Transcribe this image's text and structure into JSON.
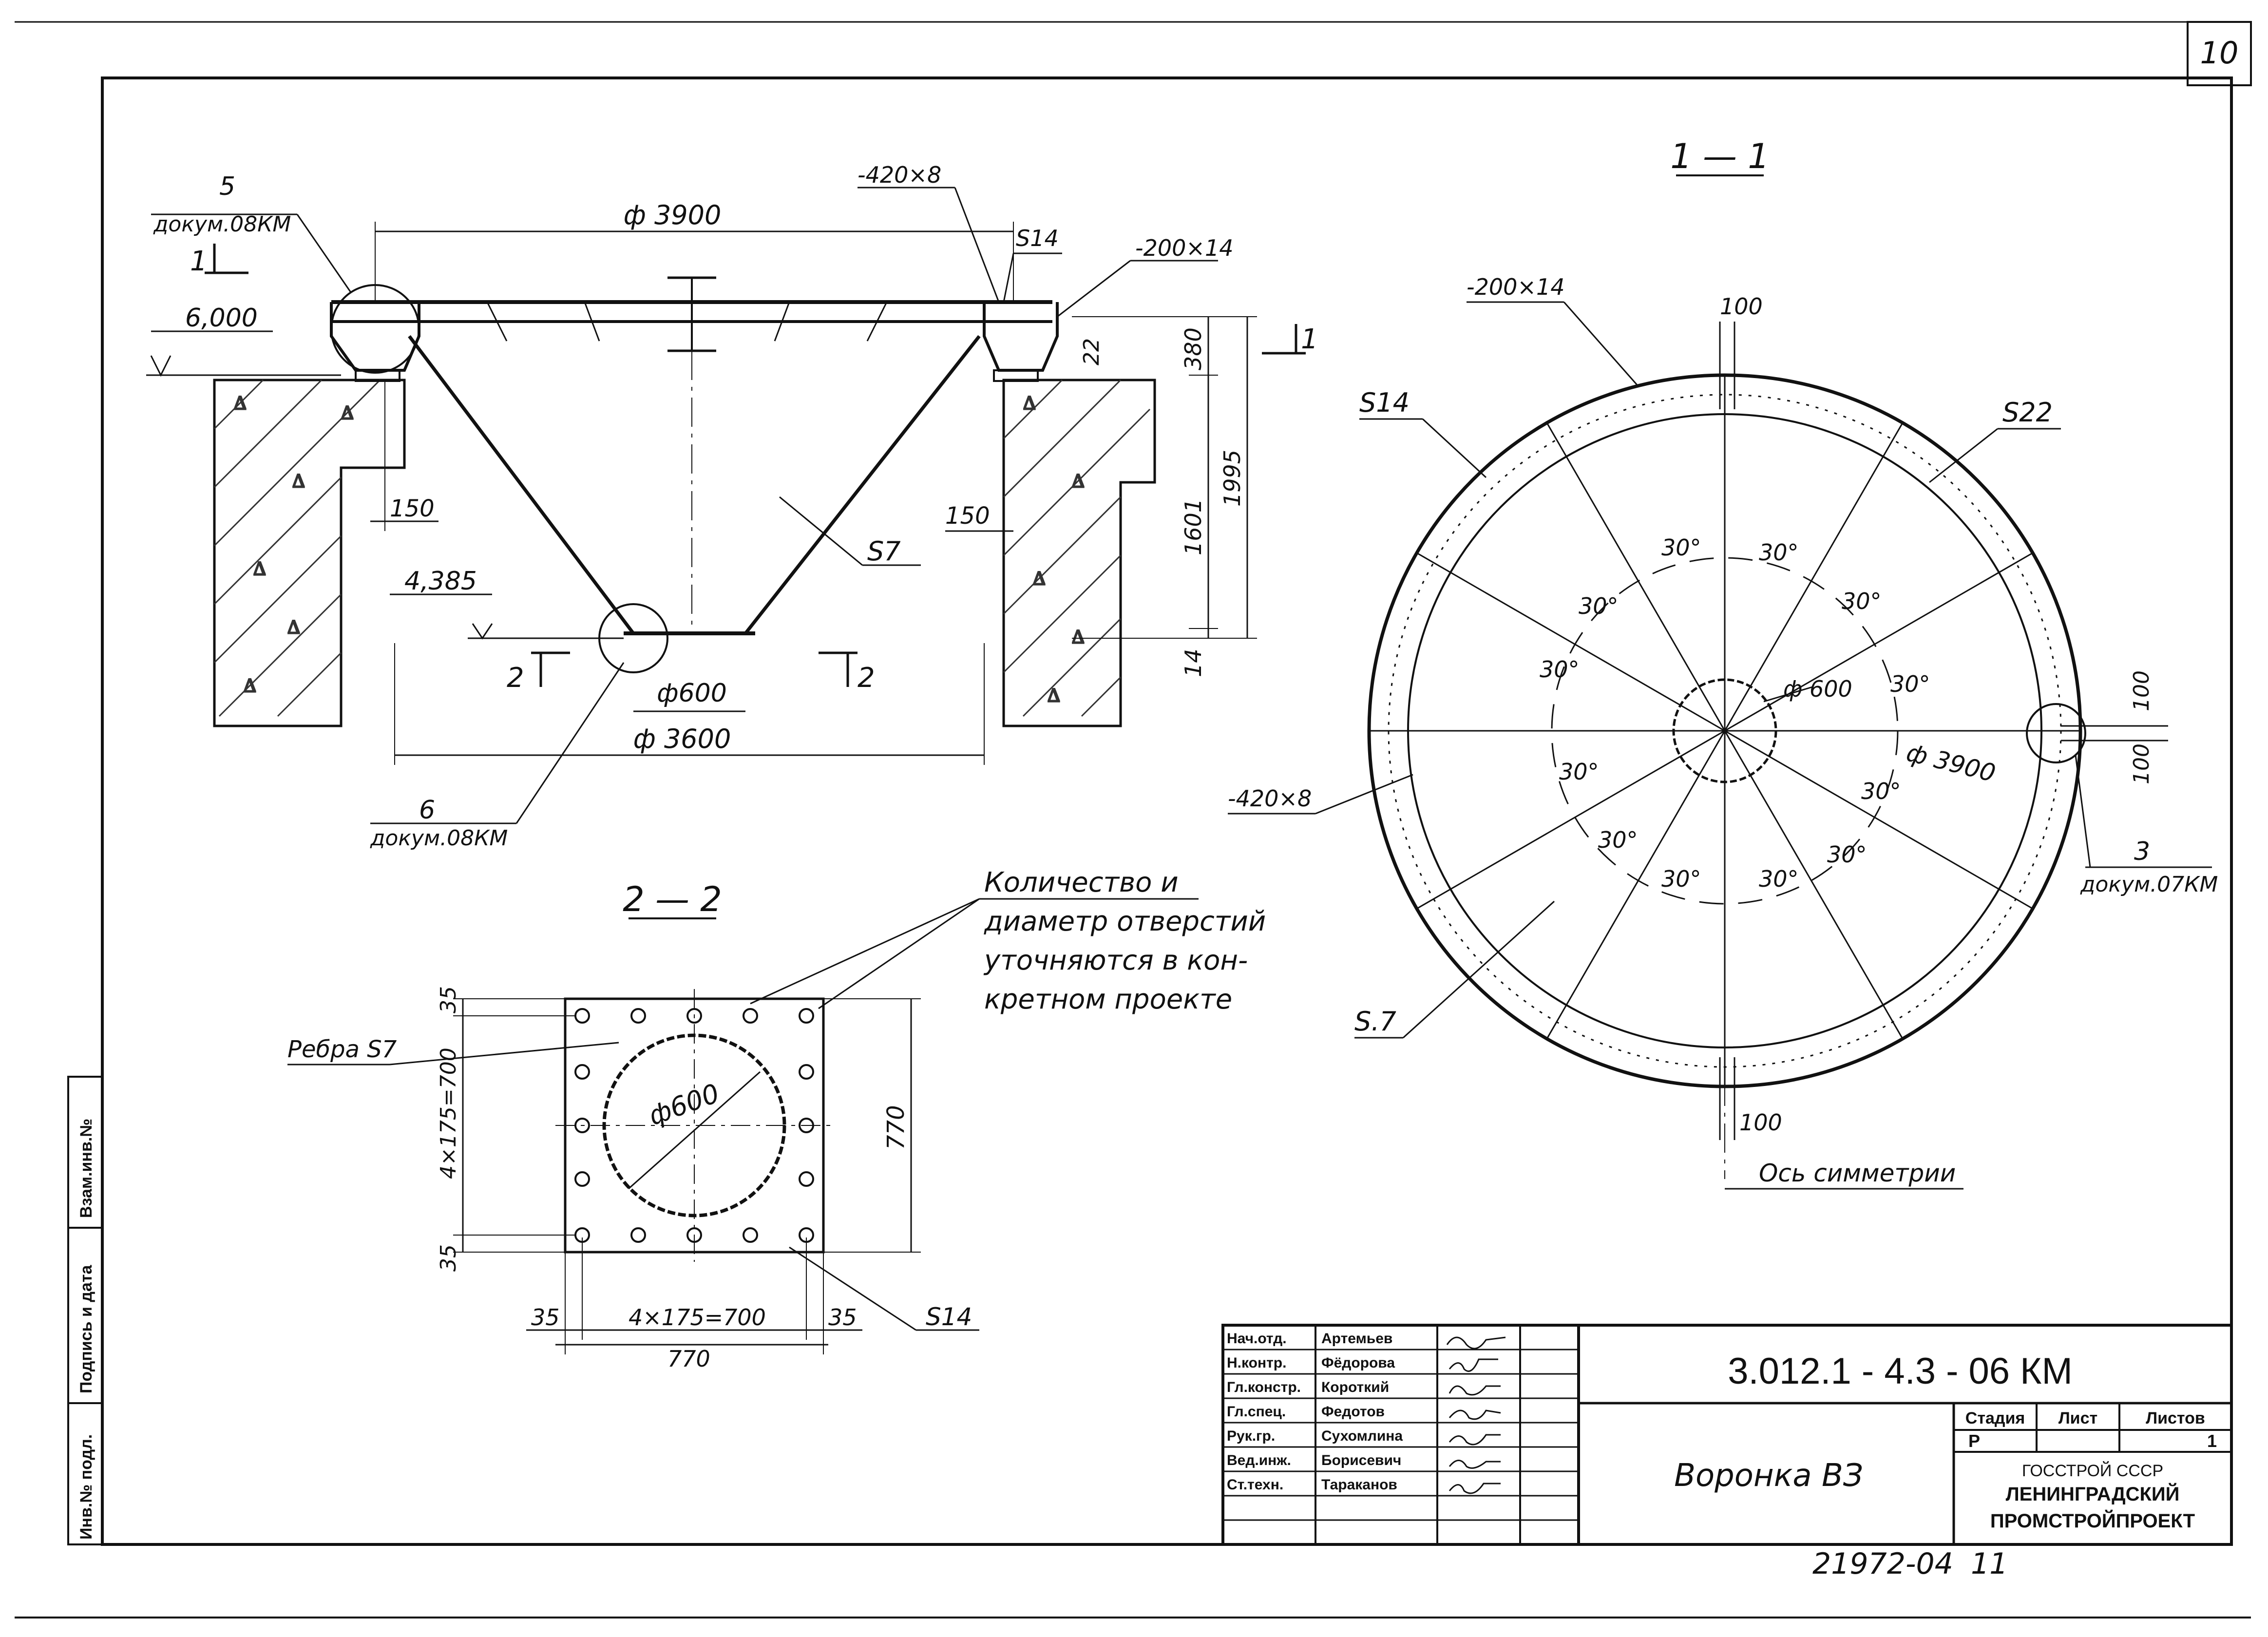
{
  "sheet": {
    "page_number": "10",
    "archive_number": "21972-04",
    "archive_sheet": "11"
  },
  "side_stamp": {
    "inv_podl": "Инв.№ подл.",
    "podpis_data": "Подпись и дата",
    "vzam_inv": "Взам.инв.№"
  },
  "section_1_1": {
    "cut_mark": "1",
    "elev_top": "6,000",
    "elev_bottom": "4,385",
    "diam_top": "ф 3900",
    "diam_bottom": "ф 3600",
    "diam_outlet": "ф600",
    "dim_150_left": "150",
    "dim_150_right": "150",
    "dim_22": "22",
    "dim_380": "380",
    "dim_1601": "1601",
    "dim_1995": "1995",
    "dim_14": "14",
    "plate_420": "-420×8",
    "plate_200": "-200×14",
    "s14": "S14",
    "s7": "S7",
    "ref5_num": "5",
    "ref5_doc": "докум.08КМ",
    "ref6_num": "6",
    "ref6_doc": "докум.08КМ",
    "cut2_left": "2",
    "cut2_right": "2"
  },
  "plan_1_1": {
    "title": "1 — 1",
    "plate_200": "-200×14",
    "plate_420": "-420×8",
    "s14": "S14",
    "s22": "S22",
    "s7": "S.7",
    "dim_100_top": "100",
    "dim_100_bottom": "100",
    "dim_100_r1": "100",
    "dim_100_r2": "100",
    "diam_600": "ф 600",
    "diam_3900": "ф 3900",
    "angle": "30°",
    "ref3_num": "3",
    "ref3_doc": "докум.07КМ",
    "axis_label": "Ось симметрии"
  },
  "section_2_2": {
    "title": "2 — 2",
    "ribs": "Ребра S7",
    "diam": "ф600",
    "dim_35_top": "35",
    "dim_35_bot": "35",
    "dim_35_left": "35",
    "dim_35_right": "35",
    "dim_v": "4×175=700",
    "dim_h": "4×175=700",
    "dim_770_v": "770",
    "dim_770_h": "770",
    "s14": "S14",
    "note_lines": [
      "Количество и",
      "диаметр отверстий",
      "уточняются в кон-",
      "кретном проекте"
    ]
  },
  "title_block": {
    "roles": [
      {
        "role": "Нач.отд.",
        "name": "Артемьев"
      },
      {
        "role": "Н.контр.",
        "name": "Фёдорова"
      },
      {
        "role": "Гл.констр.",
        "name": "Короткий"
      },
      {
        "role": "Гл.спец.",
        "name": "Федотов"
      },
      {
        "role": "Рук.гр.",
        "name": "Сухомлина"
      },
      {
        "role": "Вед.инж.",
        "name": "Борисевич"
      },
      {
        "role": "Ст.техн.",
        "name": "Тараканов"
      }
    ],
    "doc_code": "3.012.1 - 4.3 - 06 КМ",
    "drawing_title": "Воронка ВЗ",
    "stage_label": "Стадия",
    "sheet_label": "Лист",
    "sheets_label": "Листов",
    "stage_value": "Р",
    "sheets_value": "1",
    "org_lines": [
      "ГОССТРОЙ СССР",
      "ЛЕНИНГРАДСКИЙ",
      "ПРОМСТРОЙПРОЕКТ"
    ]
  }
}
